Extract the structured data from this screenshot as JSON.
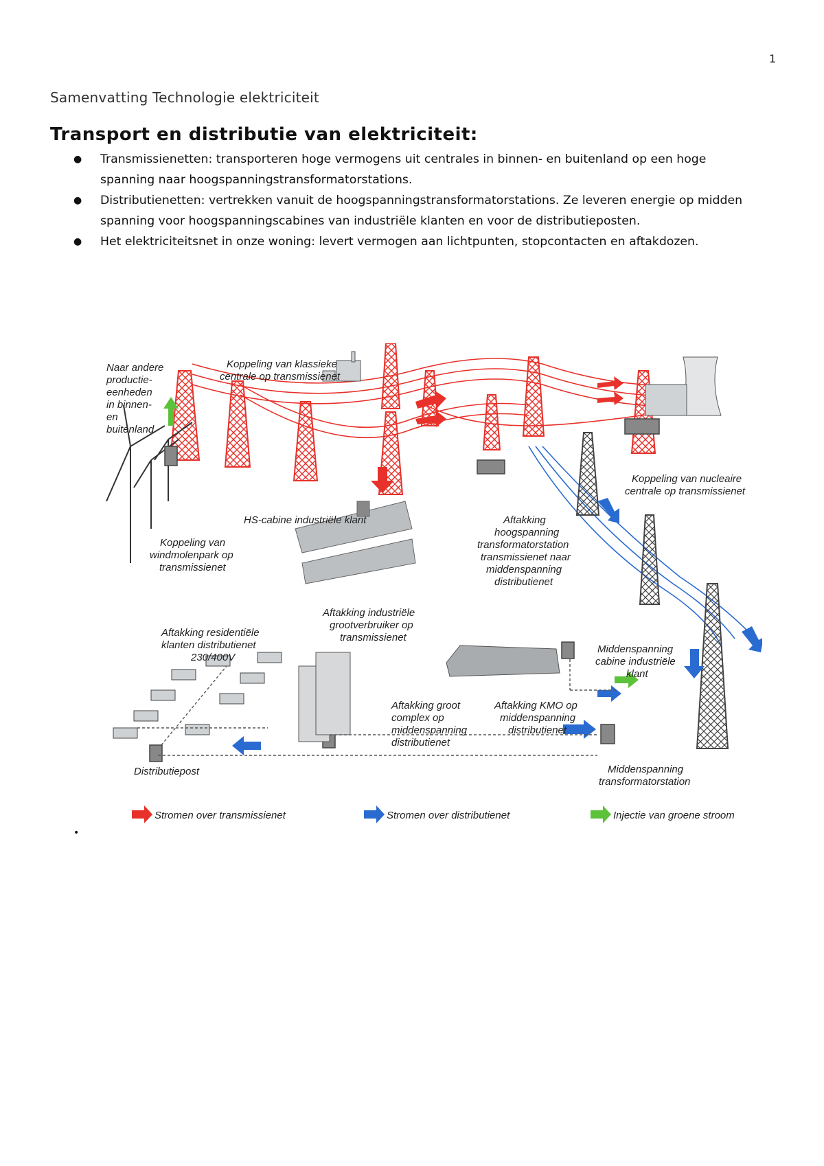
{
  "page": {
    "number": "1"
  },
  "header": {
    "text": "Samenvatting Technologie elektriciteit"
  },
  "title": "Transport en distributie van elektriciteit:",
  "bullets": [
    {
      "lines": [
        "Transmissienetten: transporteren hoge vermogens uit centrales in binnen- en buitenland op een hoge",
        "spanning naar hoogspanningstransformatorstations."
      ]
    },
    {
      "lines": [
        "Distributienetten: vertrekken vanuit de hoogspanningstransformatorstations. Ze leveren energie op midden",
        "spanning voor hoogspanningscabines van industriële klanten en voor de distributieposten."
      ]
    },
    {
      "lines": [
        "Het elektriciteitsnet in onze woning: levert vermogen aan lichtpunten, stopcontacten en aftakdozen."
      ]
    }
  ],
  "figure": {
    "labels": {
      "other_units": [
        "Naar andere",
        "productie-",
        "eenheden",
        "in binnen-",
        "en",
        "buitenland"
      ],
      "classic_central": [
        "Koppeling van klassieke",
        "centrale op transmissienet"
      ],
      "wind_park": [
        "Koppeling van",
        "windmolenpark op",
        "transmissienet"
      ],
      "hs_cabin": "HS-cabine industriële klant",
      "nuclear": [
        "Koppeling van nucleaire",
        "centrale op transmissienet"
      ],
      "hs_station": [
        "Aftakking",
        "hoogspanning",
        "transformatorstation",
        "transmissienet naar",
        "middenspanning",
        "distributienet"
      ],
      "industrial_large": [
        "Aftakking industriële",
        "grootverbruiker op",
        "transmissienet"
      ],
      "residential": [
        "Aftakking residentiële",
        "klanten  distributienet",
        "230/400V"
      ],
      "complex": [
        "Aftakking groot",
        "complex op",
        "middenspanning",
        "distributienet"
      ],
      "kmo": [
        "Aftakking KMO  op",
        "middenspanning",
        "distributienet"
      ],
      "ms_cabin": [
        "Middenspanning",
        "cabine industriële",
        "klant"
      ],
      "distribution_post": "Distributiepost",
      "ms_station": [
        "Middenspanning",
        "transformatorstation"
      ]
    },
    "legend": [
      {
        "label": "Stromen over transmissienet",
        "color": "#e8312a"
      },
      {
        "label": "Stromen over distributienet",
        "color": "#2a6bd1"
      },
      {
        "label": "Injectie van groene stroom",
        "color": "#5cc23a"
      }
    ],
    "colors": {
      "transmission": "#e8312a",
      "distribution": "#2a6bd1",
      "green": "#5cc23a",
      "structure": "#555555"
    }
  },
  "lone_bullet": "•"
}
